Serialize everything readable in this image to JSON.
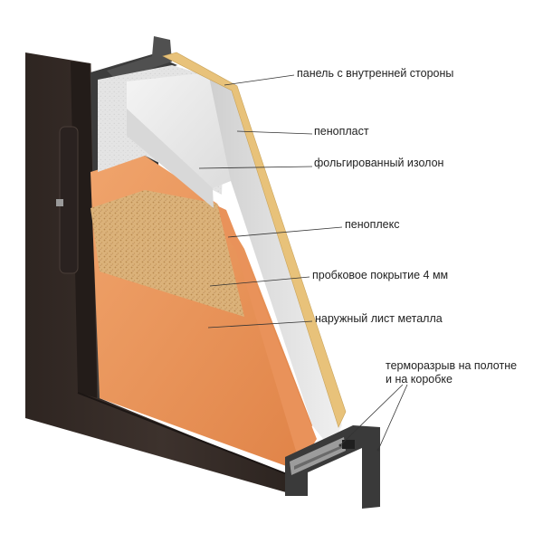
{
  "labels": {
    "inner_panel": "панель с внутренней стороны",
    "foam_plastic": "пенопласт",
    "foil_izolon": "фольгированный изолон",
    "penoplex": "пеноплекс",
    "cork": "пробковое покрытие 4 мм",
    "outer_sheet": "наружный лист металла",
    "thermal_break_line1": "терморазрыв на полотне",
    "thermal_break_line2": "и на коробке"
  },
  "colors": {
    "metal": "#3b302c",
    "metal_dark": "#2a2220",
    "frame_steel": "#444444",
    "inner_panel": "#e8c27a",
    "foam_plastic": "#efefef",
    "foil_izolon": "#d9d9d9",
    "penoplex": "#e9925a",
    "cork": "#d9b27c",
    "callout_line": "#333333"
  }
}
